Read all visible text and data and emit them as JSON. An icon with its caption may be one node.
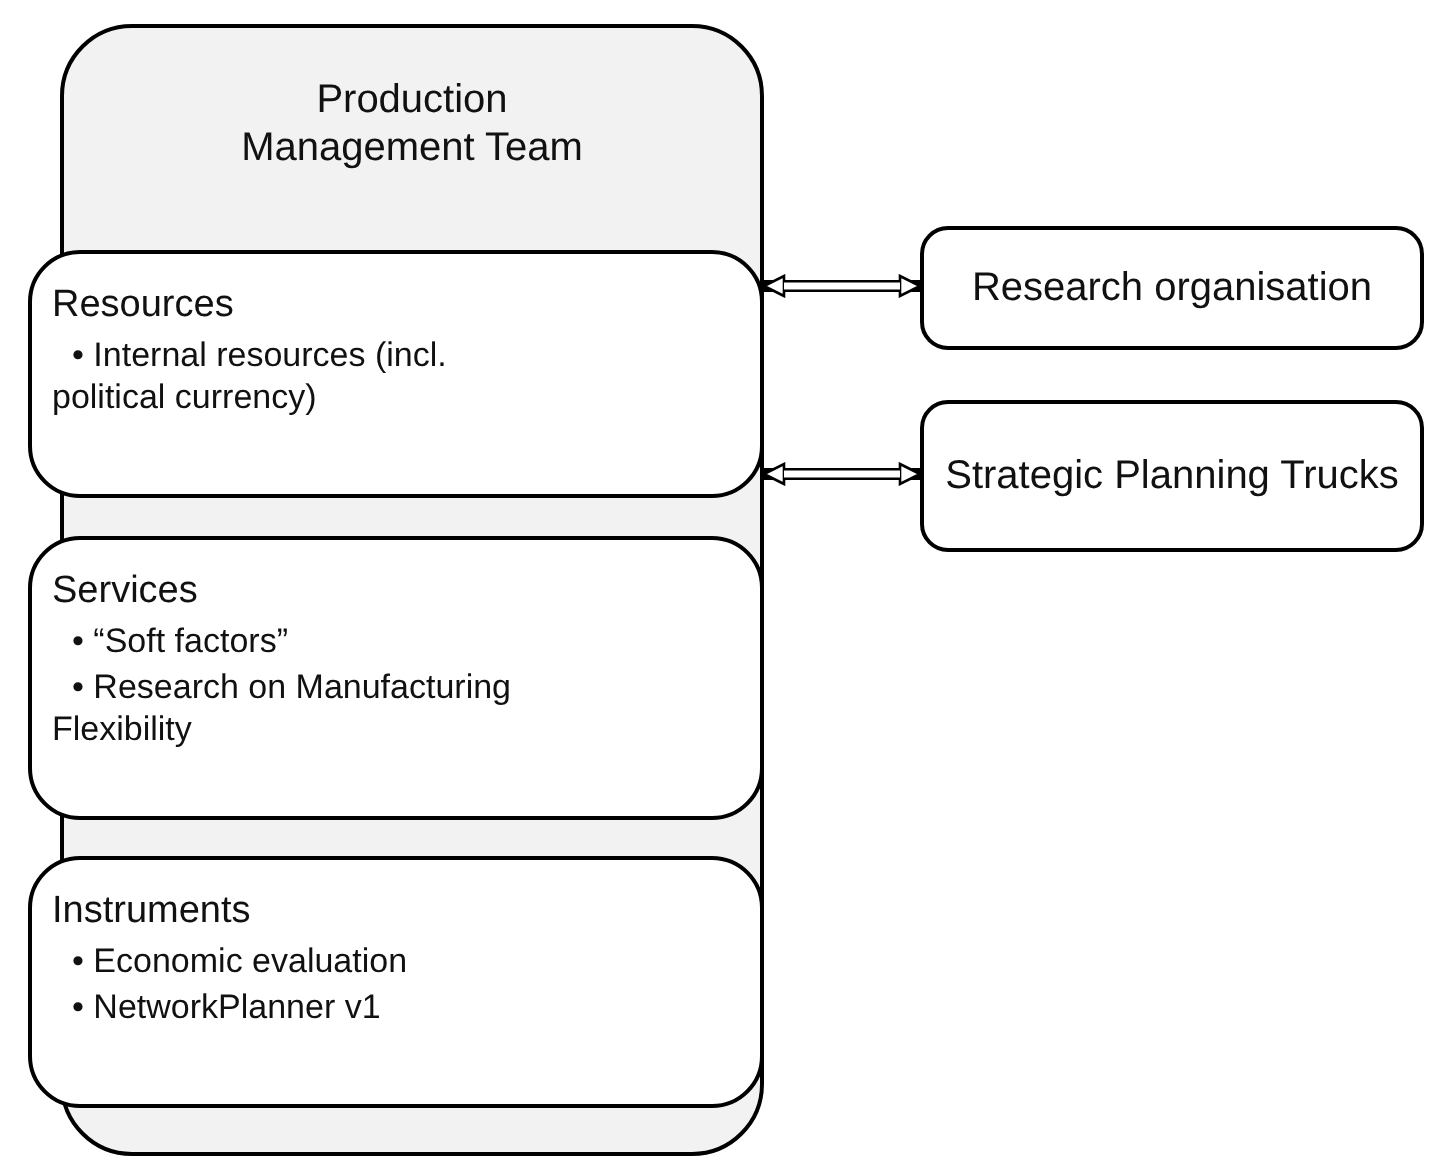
{
  "diagram": {
    "nodes": [
      {
        "text": [
          "Production Management  Team"
        ]
      },
      {
        "text": [
          "Resources",
          "• Internal resources (incl. political currency)"
        ],
        "in": 0
      },
      {
        "text": [
          "Services",
          "• “Soft factors”",
          "• Research on Manufacturing Flexibility"
        ],
        "in": 0
      },
      {
        "text": [
          "Instruments",
          "• Economic evaluation",
          "• NetworkPlanner v1"
        ],
        "in": 0
      },
      {
        "text": [
          "Research organisation"
        ]
      },
      {
        "text": [
          "Strategic Planning Trucks"
        ]
      }
    ],
    "edges": [
      {
        "from": 0,
        "to": 4,
        "arrow": "both"
      },
      {
        "from": 0,
        "to": 5,
        "arrow": "both"
      }
    ]
  }
}
